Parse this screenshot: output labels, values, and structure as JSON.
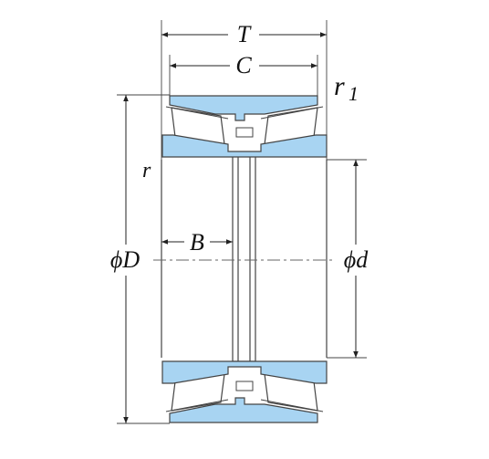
{
  "labels": {
    "overall_width": "T",
    "cup_width": "C",
    "cone_width": "B",
    "outer_diameter": "ϕD",
    "bore_diameter": "ϕd",
    "chamfer_outer": "r",
    "chamfer_outer_sub": "1",
    "chamfer_inner": "r"
  },
  "colors": {
    "cup": "#a8d4f2",
    "cone": "#a8d4f2",
    "roller": "#ffffff",
    "line": "#222222",
    "outline": "#444444"
  }
}
